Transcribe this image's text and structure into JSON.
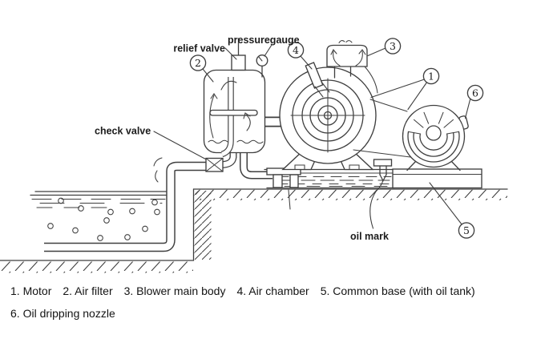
{
  "diagram": {
    "title_hint": "roots blower installation diagram",
    "labels": {
      "relief_valve": "relief valve",
      "pressure_gauge": "pressuregauge",
      "check_valve": "check valve",
      "oil_mark": "oil mark"
    },
    "callouts": {
      "c1": "1",
      "c2": "2",
      "c3": "3",
      "c4": "4",
      "c5": "5",
      "c6": "6"
    },
    "colors": {
      "line": "#3f3f3f",
      "text": "#1c1c1c",
      "background": "#ffffff"
    }
  },
  "legend": {
    "items": [
      {
        "text": "1. Motor"
      },
      {
        "text": "2. Air filter"
      },
      {
        "text": "3. Blower main body"
      },
      {
        "text": "4. Air chamber"
      },
      {
        "text": "5. Common base (with oil tank)"
      },
      {
        "text": "6. Oil dripping nozzle"
      }
    ]
  }
}
